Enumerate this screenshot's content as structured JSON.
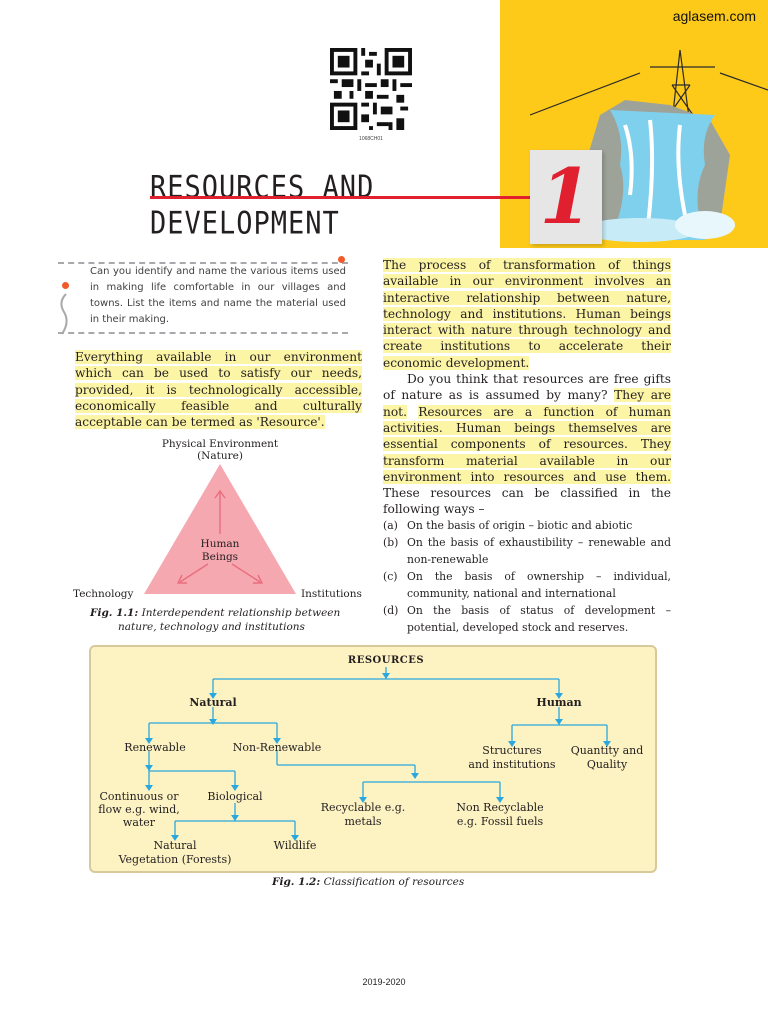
{
  "header": {
    "watermark": "aglasem.com",
    "qr_code_text": "1068CH01",
    "chapter_title": "RESOURCES AND DEVELOPMENT",
    "chapter_number": "1"
  },
  "activity": {
    "text": "Can you identify and name the various items used in making life comfortable in our villages and towns. List the items and name the material used in their making."
  },
  "left_column": {
    "definition": "Everything available in our environment which can be used to satisfy our needs, provided, it is technologically accessible, economically feasible and culturally acceptable can be termed as 'Resource'."
  },
  "figure_1": {
    "top_label_line1": "Physical Environment",
    "top_label_line2": "(Nature)",
    "center_line1": "Human",
    "center_line2": "Beings",
    "left_label": "Technology",
    "right_label": "Institutions",
    "caption_num": "Fig. 1.1:",
    "caption_line1": "Interdependent relationship between",
    "caption_line2": "nature, technology and institutions"
  },
  "right_column": {
    "para1_highlight": "The process of transformation of things available in our environment involves an interactive relationship between nature, technology and institutions. Human beings interact with nature through technology and create institutions to accelerate their economic development.",
    "para2_plain_a": "Do you think that resources are free gifts of nature as is assumed by many?",
    "para2_hl_a": "They are not.",
    "para2_hl_b": "Resources are a function of human activities. Human beings themselves are essential components of resources. They transform material available in our environment into resources and use them.",
    "para2_plain_b": "These resources can be classified in the following ways –"
  },
  "basis_list": [
    {
      "marker": "(a)",
      "text": "On the basis of origin – biotic and abiotic"
    },
    {
      "marker": "(b)",
      "text": "On the basis of exhaustibility – renewable and non-renewable"
    },
    {
      "marker": "(c)",
      "text": "On the basis of ownership – individual, community, national and international"
    },
    {
      "marker": "(d)",
      "text": "On the basis of status of development – potential, developed stock and reserves."
    }
  ],
  "figure_2": {
    "root": "RESOURCES",
    "natural": "Natural",
    "human": "Human",
    "renewable": "Renewable",
    "non_renewable": "Non-Renewable",
    "structures_line1": "Structures",
    "structures_line2": "and institutions",
    "quantity_line1": "Quantity and",
    "quantity_line2": "Quality",
    "continuous_line1": "Continuous or",
    "continuous_line2": "flow e.g. wind,",
    "continuous_line3": "water",
    "biological": "Biological",
    "recyclable_line1": "Recyclable e.g.",
    "recyclable_line2": "metals",
    "nonrecyclable_line1": "Non Recyclable",
    "nonrecyclable_line2": "e.g. Fossil fuels",
    "natural_veg_line1": "Natural",
    "natural_veg_line2": "Vegetation (Forests)",
    "wildlife": "Wildlife",
    "caption_num": "Fig. 1.2:",
    "caption_text": "Classification of resources"
  },
  "footer": {
    "year": "2019-2020"
  },
  "colors": {
    "banner_yellow": "#fdca1a",
    "accent_red": "#e0202f",
    "highlight": "#fcf5a6",
    "chart_bg": "#fcf2c2",
    "arrow_blue": "#29a8e0",
    "triangle_fill": "#f6a8b0"
  }
}
